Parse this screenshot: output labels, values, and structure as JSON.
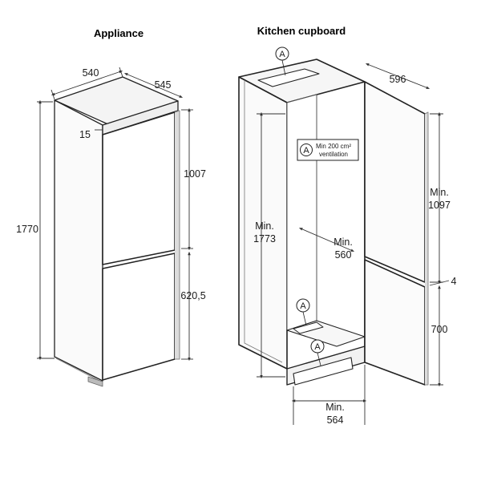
{
  "appliance": {
    "title": "Appliance",
    "width": "540",
    "depth": "545",
    "gap": "15",
    "height": "1770",
    "upper_door": "1007",
    "lower_door": "620,5"
  },
  "cupboard": {
    "title": "Kitchen cupboard",
    "depth": "596",
    "height_min": "Min.",
    "height_value": "1773",
    "inner_depth_min": "Min.",
    "inner_depth_value": "560",
    "door_upper_min": "Min.",
    "door_upper_value": "1097",
    "door_gap": "4",
    "door_lower": "700",
    "width_min": "Min.",
    "width_value": "564",
    "ventilation_line1": "Min 200 cm²",
    "ventilation_line2": "ventilation",
    "marker": "A"
  }
}
